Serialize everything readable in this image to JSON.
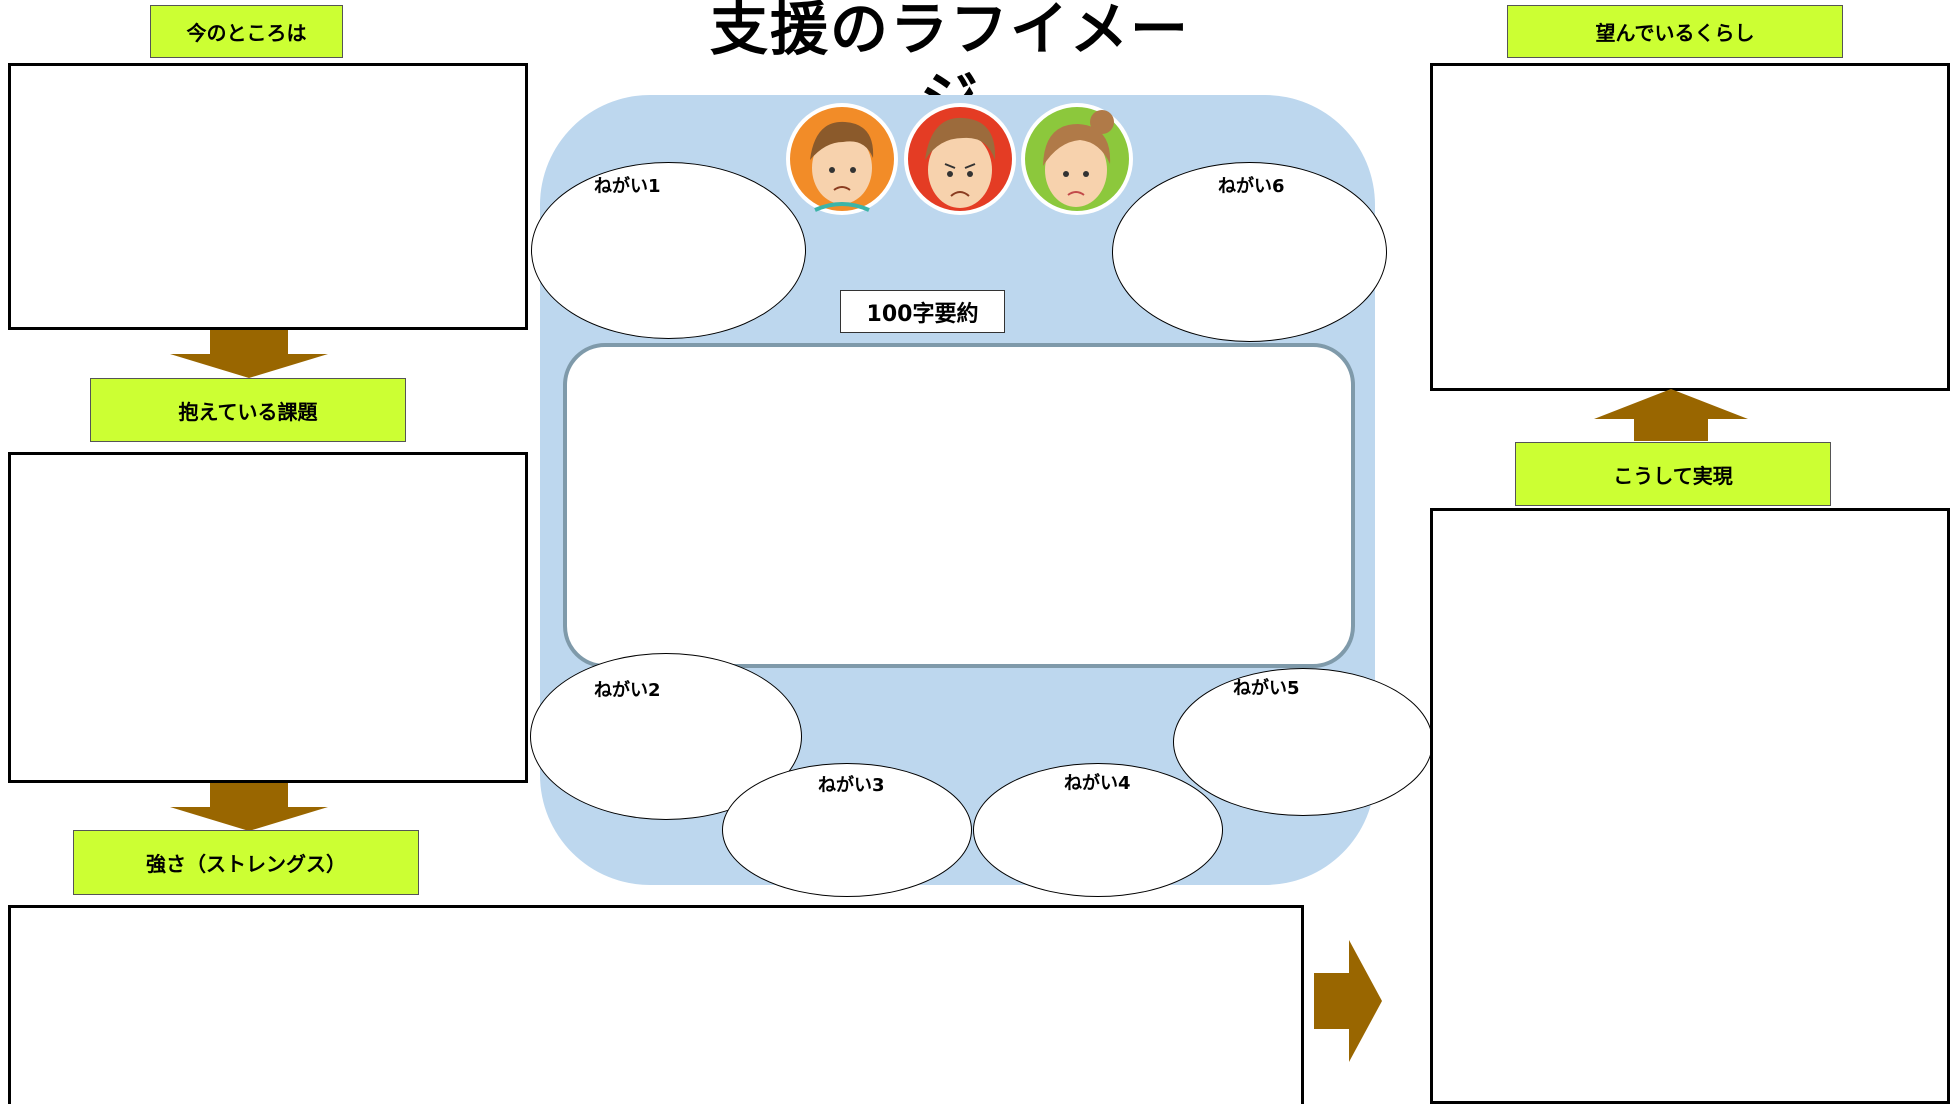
{
  "title": "支援のラフイメージ",
  "left": {
    "current_label": "今のところは",
    "issues_label": "抱えている課題",
    "strengths_label": "強さ（ストレングス）"
  },
  "right": {
    "desired_label": "望んでいるくらし",
    "realize_label": "こうして実現"
  },
  "center": {
    "summary_label": "100字要約",
    "wishes": [
      "ねがい1",
      "ねがい2",
      "ねがい3",
      "ねがい4",
      "ねがい5",
      "ねがい6"
    ]
  },
  "colors": {
    "label_bg": "#ccff33",
    "panel_bg": "#bdd7ee",
    "arrow": "#996600",
    "summary_border": "#7f9aaa"
  },
  "icons": [
    "boy-face-icon",
    "frowning-face-icon",
    "girl-face-icon"
  ]
}
